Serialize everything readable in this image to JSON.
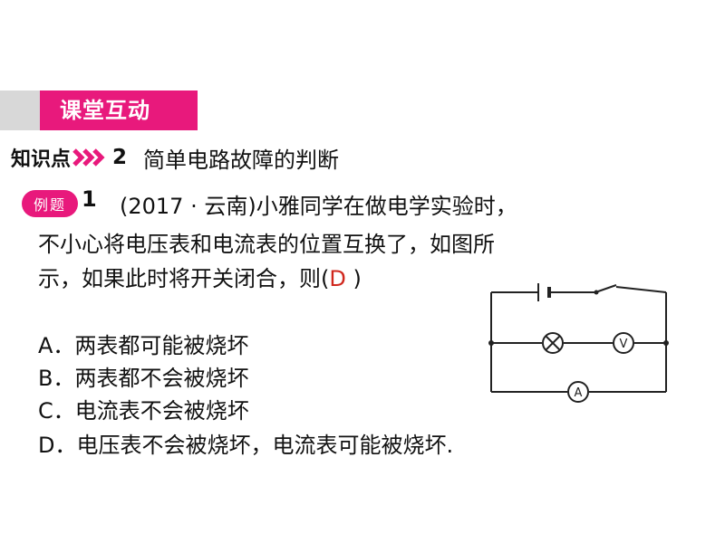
{
  "header": {
    "title": "课堂互动"
  },
  "knowledge_point": {
    "label": "知识点",
    "number": "2",
    "title": "简单电路故障的判断"
  },
  "question": {
    "badge": "例题",
    "number": "1",
    "line1": "(2017 · 云南)小雅同学在做电学实验时，",
    "line2": "不小心将电压表和电流表的位置互换了，如图所",
    "line3_prefix": "示，如果此时将开关闭合，则(",
    "answer": "D",
    "line3_suffix": " )",
    "options": [
      "A．两表都可能被烧坏",
      "B．两表都不会被烧坏",
      "C．电流表不会被烧坏",
      "D．电压表不会被烧坏，电流表可能被烧坏."
    ]
  },
  "circuit": {
    "voltmeter_symbol": "V",
    "ammeter_symbol": "A"
  },
  "colors": {
    "accent": "#e8197c",
    "answer": "#d0271d",
    "header_gray": "#d8d8d8"
  }
}
